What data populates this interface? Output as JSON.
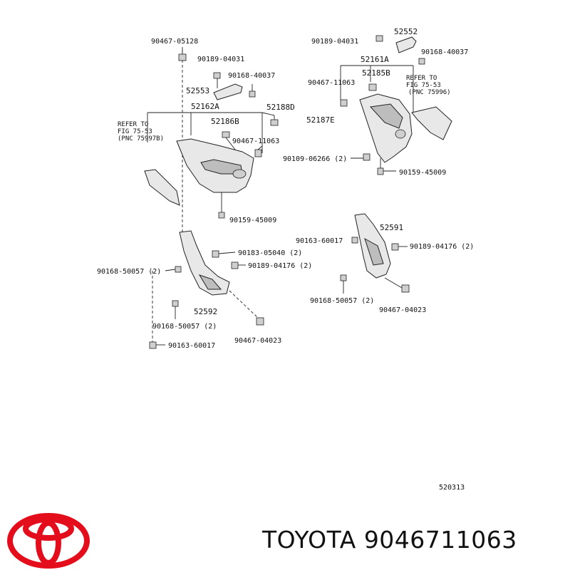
{
  "diagram": {
    "labels": {
      "p90467_05128": "90467-05128",
      "p90189_04031_a": "90189-04031",
      "p90168_40037_a": "90168-40037",
      "p52553": "52553",
      "p52162A": "52162A",
      "p52188D": "52188D",
      "p52186B": "52186B",
      "p90467_11063_a": "90467-11063",
      "p90159_45009_a": "90159-45009",
      "p90189_04031_b": "90189-04031",
      "p52552": "52552",
      "p90168_40037_b": "90168-40037",
      "p52161A": "52161A",
      "p52185B": "52185B",
      "p90467_11063_b": "90467-11063",
      "p52187E": "52187E",
      "p90109_06266": "90109-06266 (2)",
      "p90159_45009_b": "90159-45009",
      "p52591": "52591",
      "p90163_60017_a": "90163-60017",
      "p90189_04176_r": "90189-04176 (2)",
      "p90168_50057_r": "90168-50057 (2)",
      "p90467_04023_r": "90467-04023",
      "p90183_05040": "90183-05040 (2)",
      "p90168_50057_l1": "90168-50057 (2)",
      "p90189_04176_l": "90189-04176 (2)",
      "p52592": "52592",
      "p90168_50057_l2": "90168-50057 (2)",
      "p90163_60017_b": "90163-60017",
      "p90467_04023_l": "90467-04023",
      "diagram_code": "520313"
    },
    "refs": {
      "left": {
        "line1": "REFER TO",
        "line2": "FIG 75-53",
        "line3": "(PNC 75997B)"
      },
      "right": {
        "line1": "REFER TO",
        "line2": "FIG 75-53",
        "line3": "(PNC 75996)"
      }
    }
  },
  "brand": {
    "caption": "TOYOTA 9046711063",
    "logo_icon": "toyota-logo-icon",
    "logo_color": "#e30d1b"
  }
}
